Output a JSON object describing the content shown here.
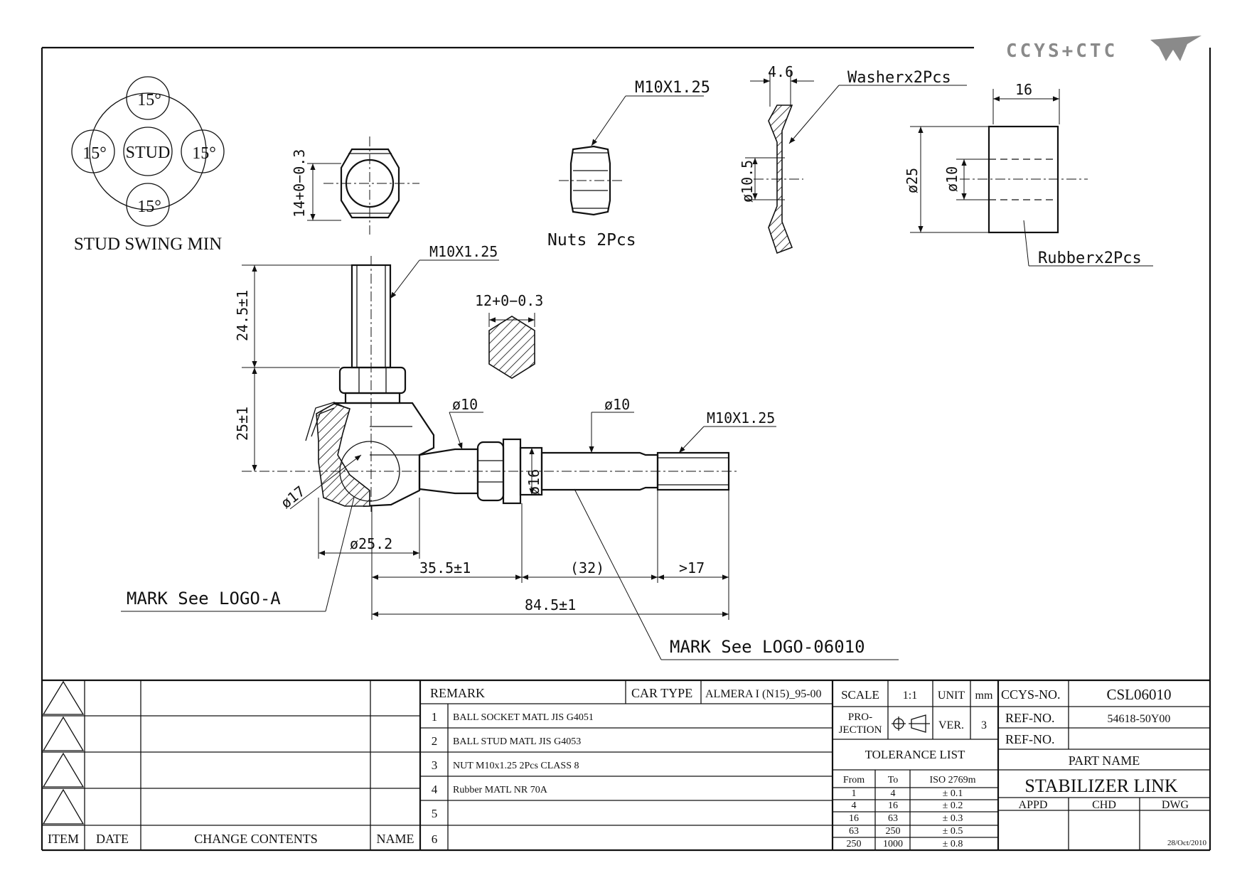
{
  "header": {
    "brand_text": "CCYS+CTC"
  },
  "colors": {
    "ink": "#111111",
    "brand_gray": "#8a8a8a",
    "paper": "#ffffff"
  },
  "swing": {
    "center": "STUD",
    "angles": [
      "15°",
      "15°",
      "15°",
      "15°"
    ],
    "caption": "STUD SWING MIN"
  },
  "labels": {
    "nut_height": "14+0−0.3",
    "nut_thread": "M10X1.25",
    "nuts_caption": "Nuts 2Pcs",
    "washer_thickness": "4.6",
    "washer_caption": "Washerx2Pcs",
    "washer_bore": "ø10.5",
    "rubber_length": "16",
    "rubber_od": "ø25",
    "rubber_id": "ø10",
    "rubber_caption": "Rubberx2Pcs",
    "stud_thread": "M10X1.25",
    "hex_across": "12+0−0.3",
    "stud_len": "24.5±1",
    "socket_height": "25±1",
    "neck_dia_1": "ø10",
    "neck_dia_2": "ø10",
    "shaft_thread": "M10X1.25",
    "ball_dia": "ø17",
    "collar_dia": "ø16",
    "socket_dia": "ø25.2",
    "dim_a": "35.5±1",
    "dim_b": "(32)",
    "dim_c": ">17",
    "overall": "84.5±1",
    "mark_a": "MARK See LOGO-A",
    "mark_b": "MARK See LOGO-06010"
  },
  "revision_table": {
    "headers": [
      "ITEM",
      "DATE",
      "CHANGE CONTENTS",
      "NAME"
    ]
  },
  "remarks": {
    "header": "REMARK",
    "car_type_label": "CAR TYPE",
    "car_type_value": "ALMERA I (N15)_95-00",
    "items": [
      {
        "no": "1",
        "text": "BALL SOCKET MATL JIS  G4051"
      },
      {
        "no": "2",
        "text": "BALL STUD MATL JIS G4053"
      },
      {
        "no": "3",
        "text": "NUT M10x1.25 2Pcs CLASS 8"
      },
      {
        "no": "4",
        "text": "Rubber MATL NR 70A"
      },
      {
        "no": "5",
        "text": ""
      },
      {
        "no": "6",
        "text": ""
      }
    ]
  },
  "spec": {
    "scale_label": "SCALE",
    "scale_value": "1:1",
    "unit_label": "UNIT",
    "unit_value": "mm",
    "projection_label_1": "PRO-",
    "projection_label_2": "JECTION",
    "ver_label": "VER.",
    "ver_value": "3",
    "tolerance_title": "TOLERANCE LIST",
    "tol_headers": [
      "From",
      "To",
      "ISO 2769m"
    ],
    "tolerances": [
      {
        "from": "1",
        "to": "4",
        "tol": "± 0.1"
      },
      {
        "from": "4",
        "to": "16",
        "tol": "± 0.2"
      },
      {
        "from": "16",
        "to": "63",
        "tol": "± 0.3"
      },
      {
        "from": "63",
        "to": "250",
        "tol": "± 0.5"
      },
      {
        "from": "250",
        "to": "1000",
        "tol": "± 0.8"
      }
    ]
  },
  "title_block": {
    "ccys_no_label": "CCYS-NO.",
    "ccys_no_value": "CSL06010",
    "ref_no_label": "REF-NO.",
    "ref_no_value": "54618-50Y00",
    "ref_no2_label": "REF-NO.",
    "ref_no2_value": "",
    "part_name_label": "PART NAME",
    "part_name_value": "STABILIZER LINK",
    "approvals": [
      "APPD",
      "CHD",
      "DWG"
    ],
    "date": "28/Oct/2010"
  }
}
